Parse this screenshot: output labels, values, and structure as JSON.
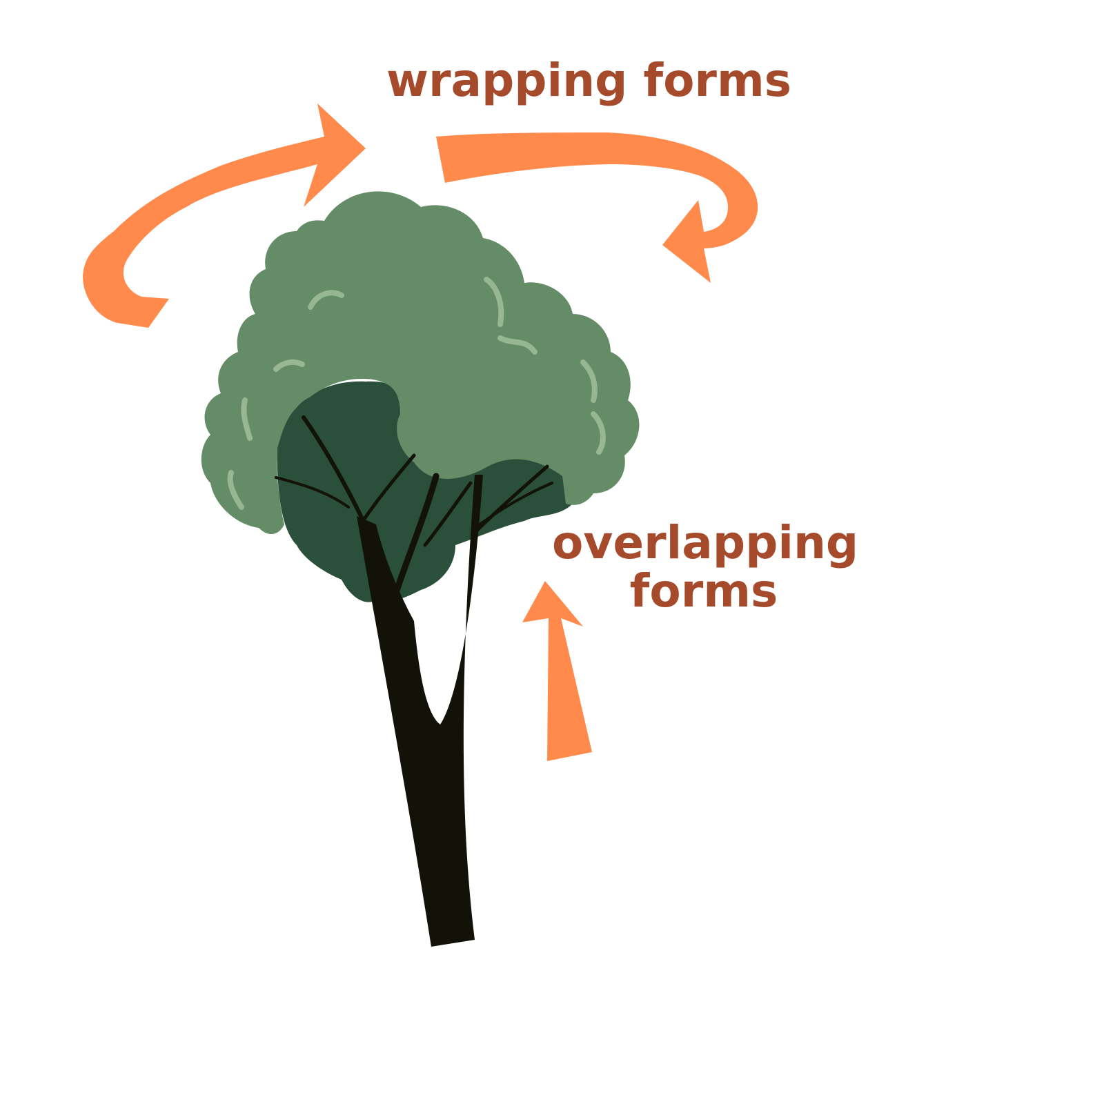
{
  "labels": {
    "wrapping": "wrapping forms",
    "overlapping_line1": "overlapping",
    "overlapping_line2": "forms"
  },
  "colors": {
    "arrow": "#ff8a4c",
    "label": "#a64a2c",
    "foliage_light": "#648c66",
    "foliage_dark": "#2a4f3a",
    "highlight": "#a9c6a2",
    "trunk": "#121208",
    "background": "#ffffff"
  },
  "icons": [
    "left-wrap-arrow-icon",
    "right-wrap-arrow-icon",
    "up-arrow-icon",
    "tree-illustration"
  ]
}
